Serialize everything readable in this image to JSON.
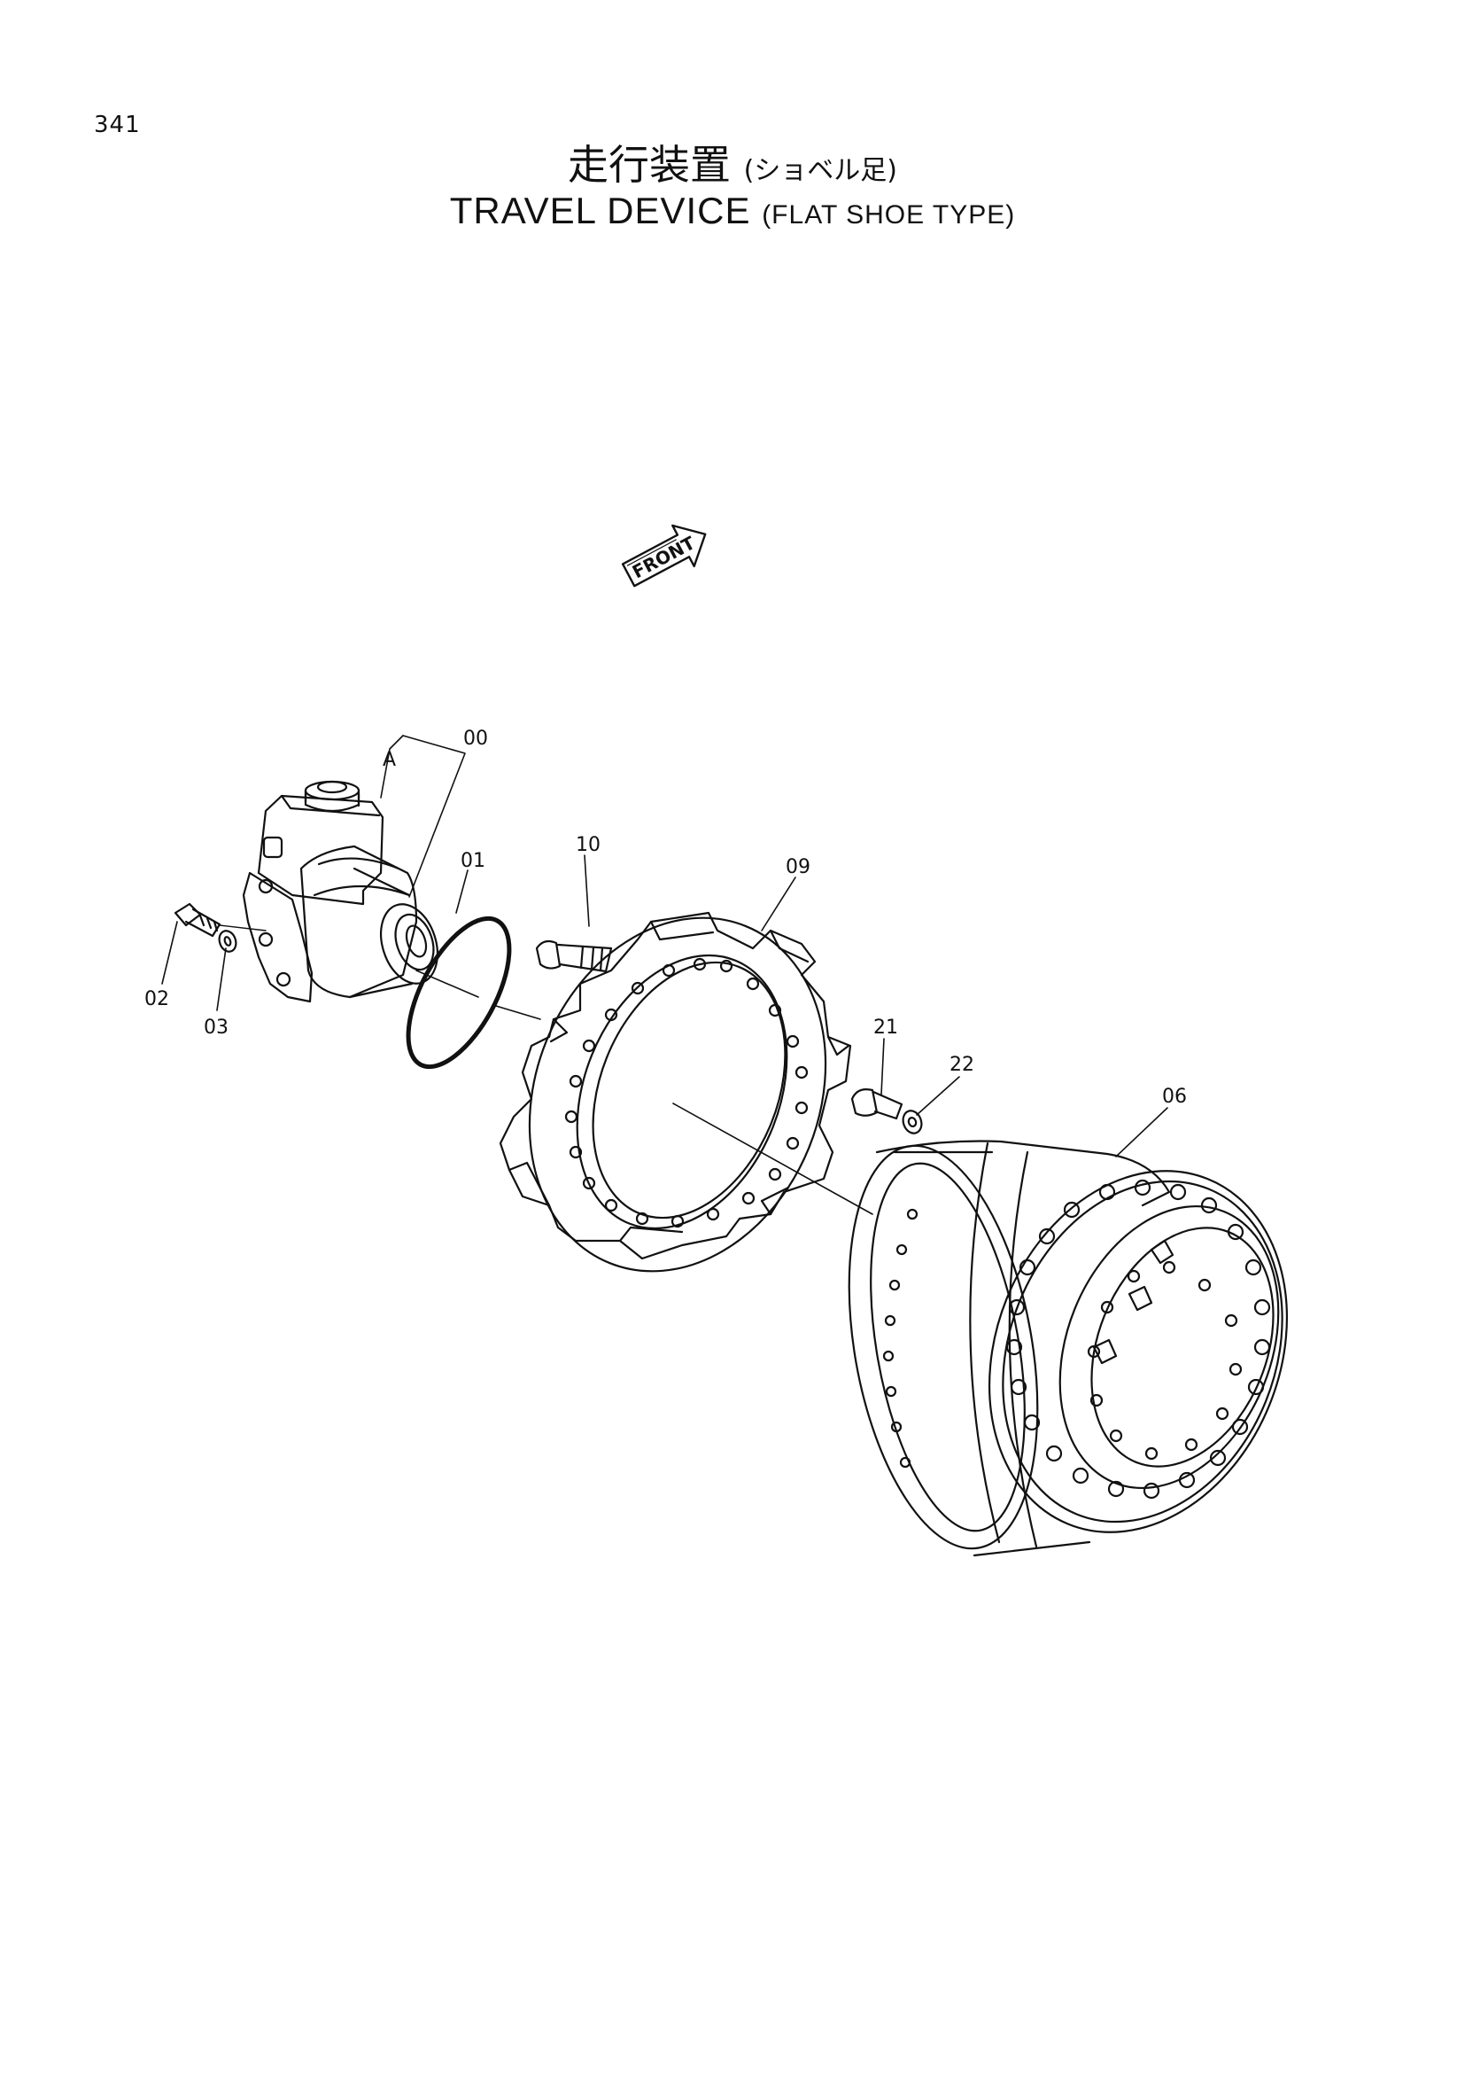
{
  "page_number": "341",
  "title": {
    "japanese": "走行装置",
    "japanese_sub": "(ショベル足)",
    "english": "TRAVEL DEVICE",
    "english_sub": "(FLAT SHOE TYPE)"
  },
  "front_marker": "FRONT",
  "callouts": {
    "c00": "00",
    "cA": "A",
    "c01": "01",
    "c02": "02",
    "c03": "03",
    "c06": "06",
    "c09": "09",
    "c10": "10",
    "c21": "21",
    "c22": "22"
  }
}
